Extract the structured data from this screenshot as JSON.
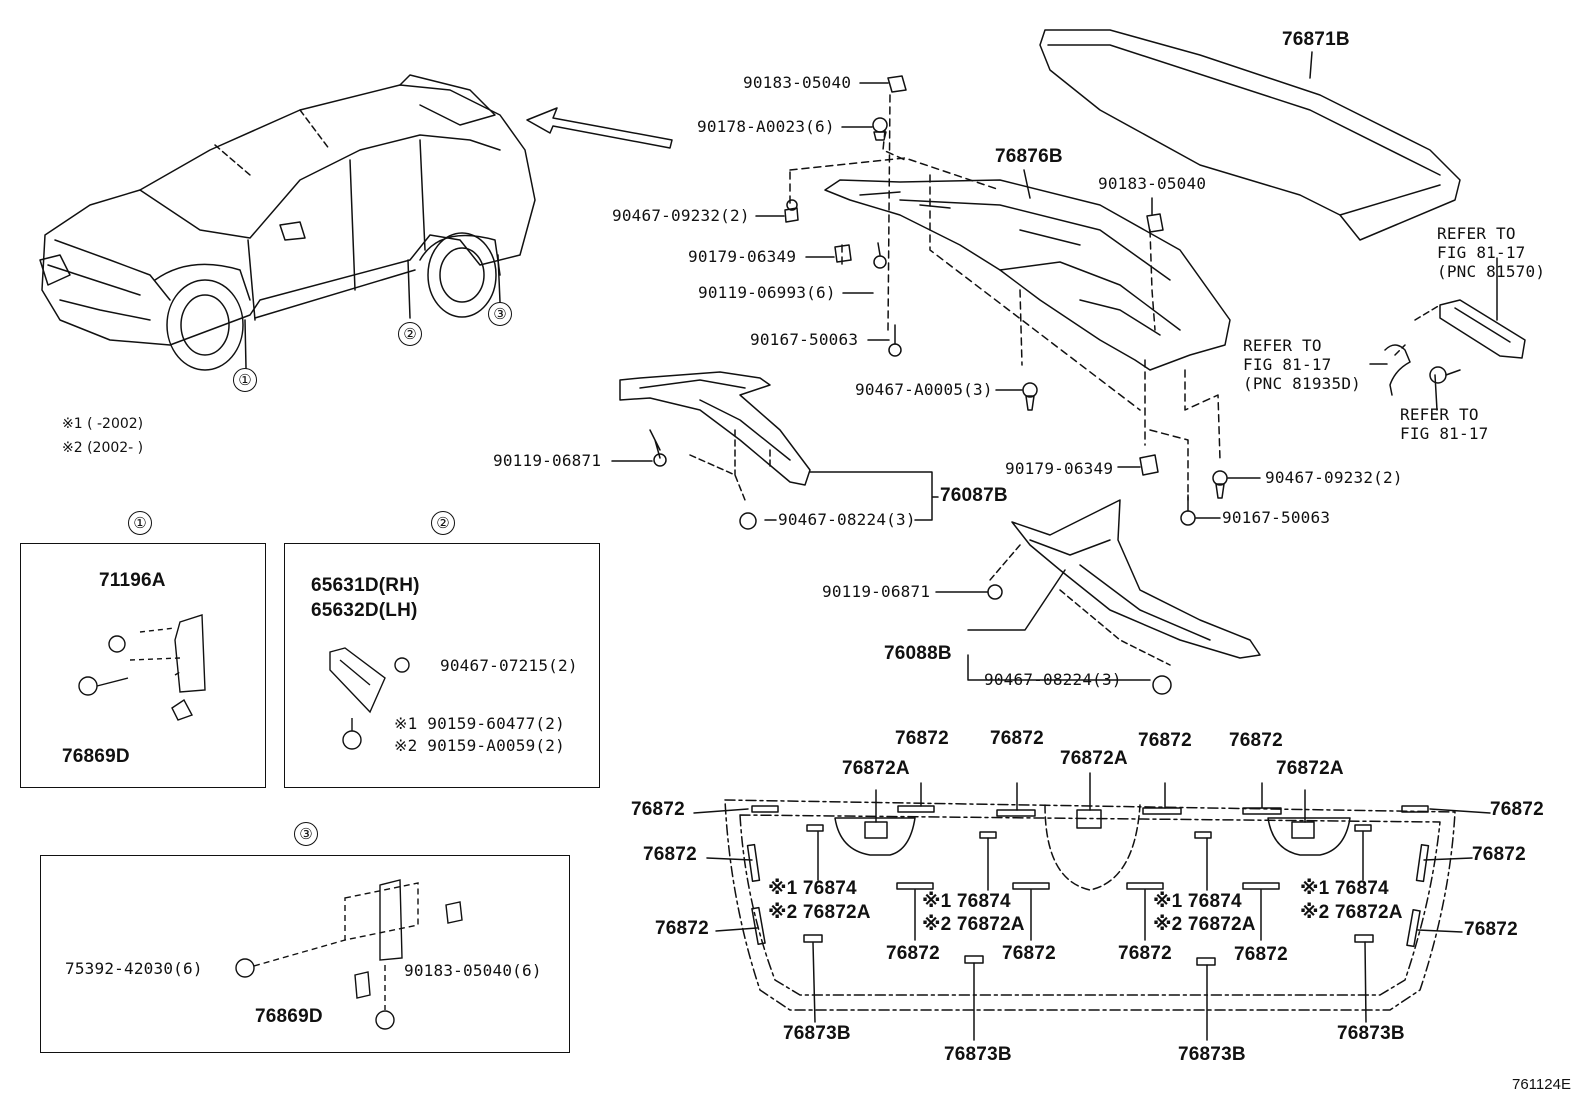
{
  "figure_id": "761124E",
  "notes": {
    "n1": "※1 (      -2002)",
    "n2": "※2 (2002-      )"
  },
  "callouts": {
    "c1": "①",
    "c2": "②",
    "c3": "③"
  },
  "parts": {
    "p76871B": "76871B",
    "p76876B": "76876B",
    "p90183_05040_top": "90183-05040",
    "p90178": "90178-A0023(6)",
    "p90467_09232_l": "90467-09232(2)",
    "p90179_06349_l": "90179-06349",
    "p90119_06993": "90119-06993(6)",
    "p90167_50063_l": "90167-50063",
    "p90467_A0005": "90467-A0005(3)",
    "p90183_05040_r": "90183-05040",
    "refer1": [
      "REFER TO",
      "FIG 81-17",
      "(PNC 81570)"
    ],
    "refer2": [
      "REFER TO",
      "FIG 81-17",
      "(PNC 81935D)"
    ],
    "refer3": [
      "REFER TO",
      "FIG 81-17"
    ],
    "p90119_06871_l": "90119-06871",
    "p76087B": "76087B",
    "p90467_08224_l": "90467-08224(3)",
    "p90179_06349_r": "90179-06349",
    "p90467_09232_r": "90467-09232(2)",
    "p90167_50063_r": "90167-50063",
    "p90119_06871_r": "90119-06871",
    "p76088B": "76088B",
    "p90467_08224_r": "90467-08224(3)",
    "i1_71196A": "71196A",
    "i1_76869D": "76869D",
    "i2_65631D": "65631D(RH)",
    "i2_65632D": "65632D(LH)",
    "i2_90467_07215": "90467-07215(2)",
    "i2_90159_60477": "※1 90159-60477(2)",
    "i2_90159_A0059": "※2 90159-A0059(2)",
    "i3_75392": "75392-42030(6)",
    "i3_90183": "90183-05040(6)",
    "i3_76869D": "76869D",
    "b_76872": "76872",
    "b_76872A": "76872A",
    "b_76873B": "76873B",
    "b_n1_76874": "※1 76874",
    "b_n2_76872A": "※2 76872A"
  }
}
